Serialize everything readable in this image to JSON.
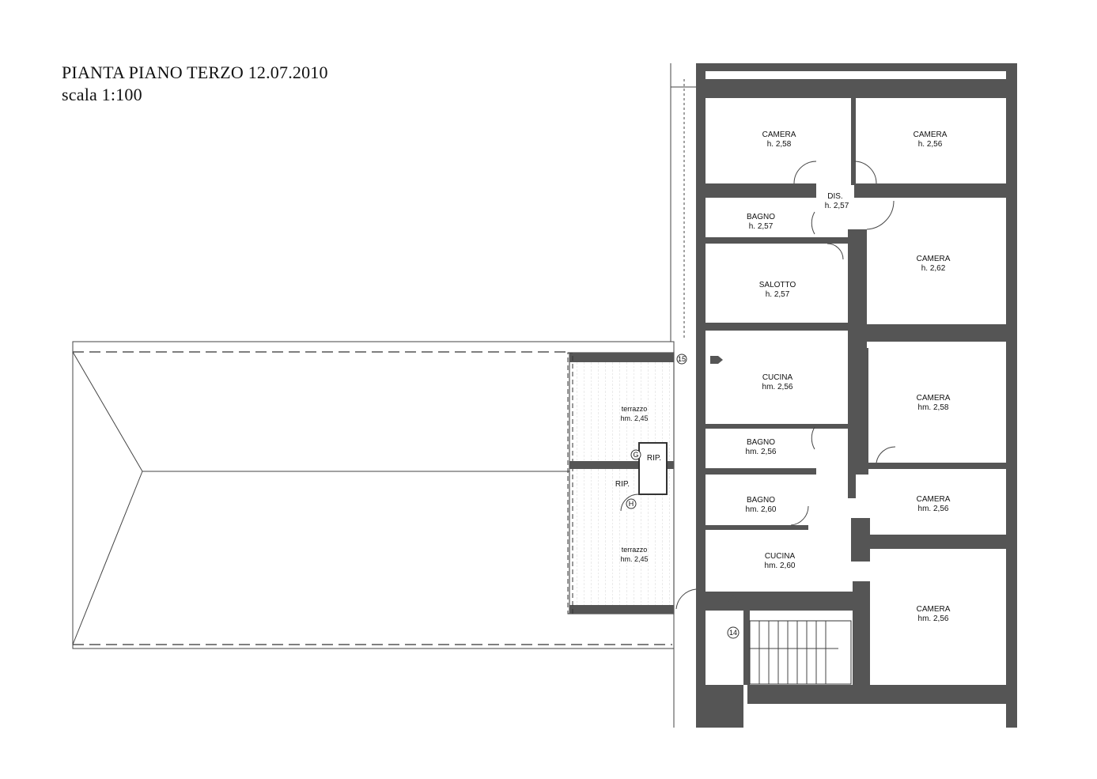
{
  "header": {
    "title": "PIANTA PIANO TERZO 12.07.2010",
    "scale": "scala 1:100"
  },
  "rooms": [
    {
      "name": "CAMERA",
      "height": "h. 2,58"
    },
    {
      "name": "CAMERA",
      "height": "h. 2,56"
    },
    {
      "name": "DIS.",
      "height": "h. 2,57"
    },
    {
      "name": "BAGNO",
      "height": "h. 2,57"
    },
    {
      "name": "CAMERA",
      "height": "h. 2,62"
    },
    {
      "name": "SALOTTO",
      "height": "h. 2,57"
    },
    {
      "name": "CUCINA",
      "height": "hm. 2,56"
    },
    {
      "name": "CAMERA",
      "height": "hm. 2,58"
    },
    {
      "name": "BAGNO",
      "height": "hm. 2,56"
    },
    {
      "name": "BAGNO",
      "height": "hm. 2,60"
    },
    {
      "name": "CAMERA",
      "height": "hm. 2,56"
    },
    {
      "name": "CUCINA",
      "height": "hm. 2,60"
    },
    {
      "name": "CAMERA",
      "height": "hm. 2,56"
    },
    {
      "name": "terrazzo",
      "height": "hm. 2,45"
    },
    {
      "name": "terrazzo",
      "height": "hm. 2,45"
    },
    {
      "name": "RIP.",
      "height": ""
    },
    {
      "name": "RIP.",
      "height": ""
    }
  ],
  "markers": [
    "15",
    "14",
    "G",
    "H"
  ]
}
